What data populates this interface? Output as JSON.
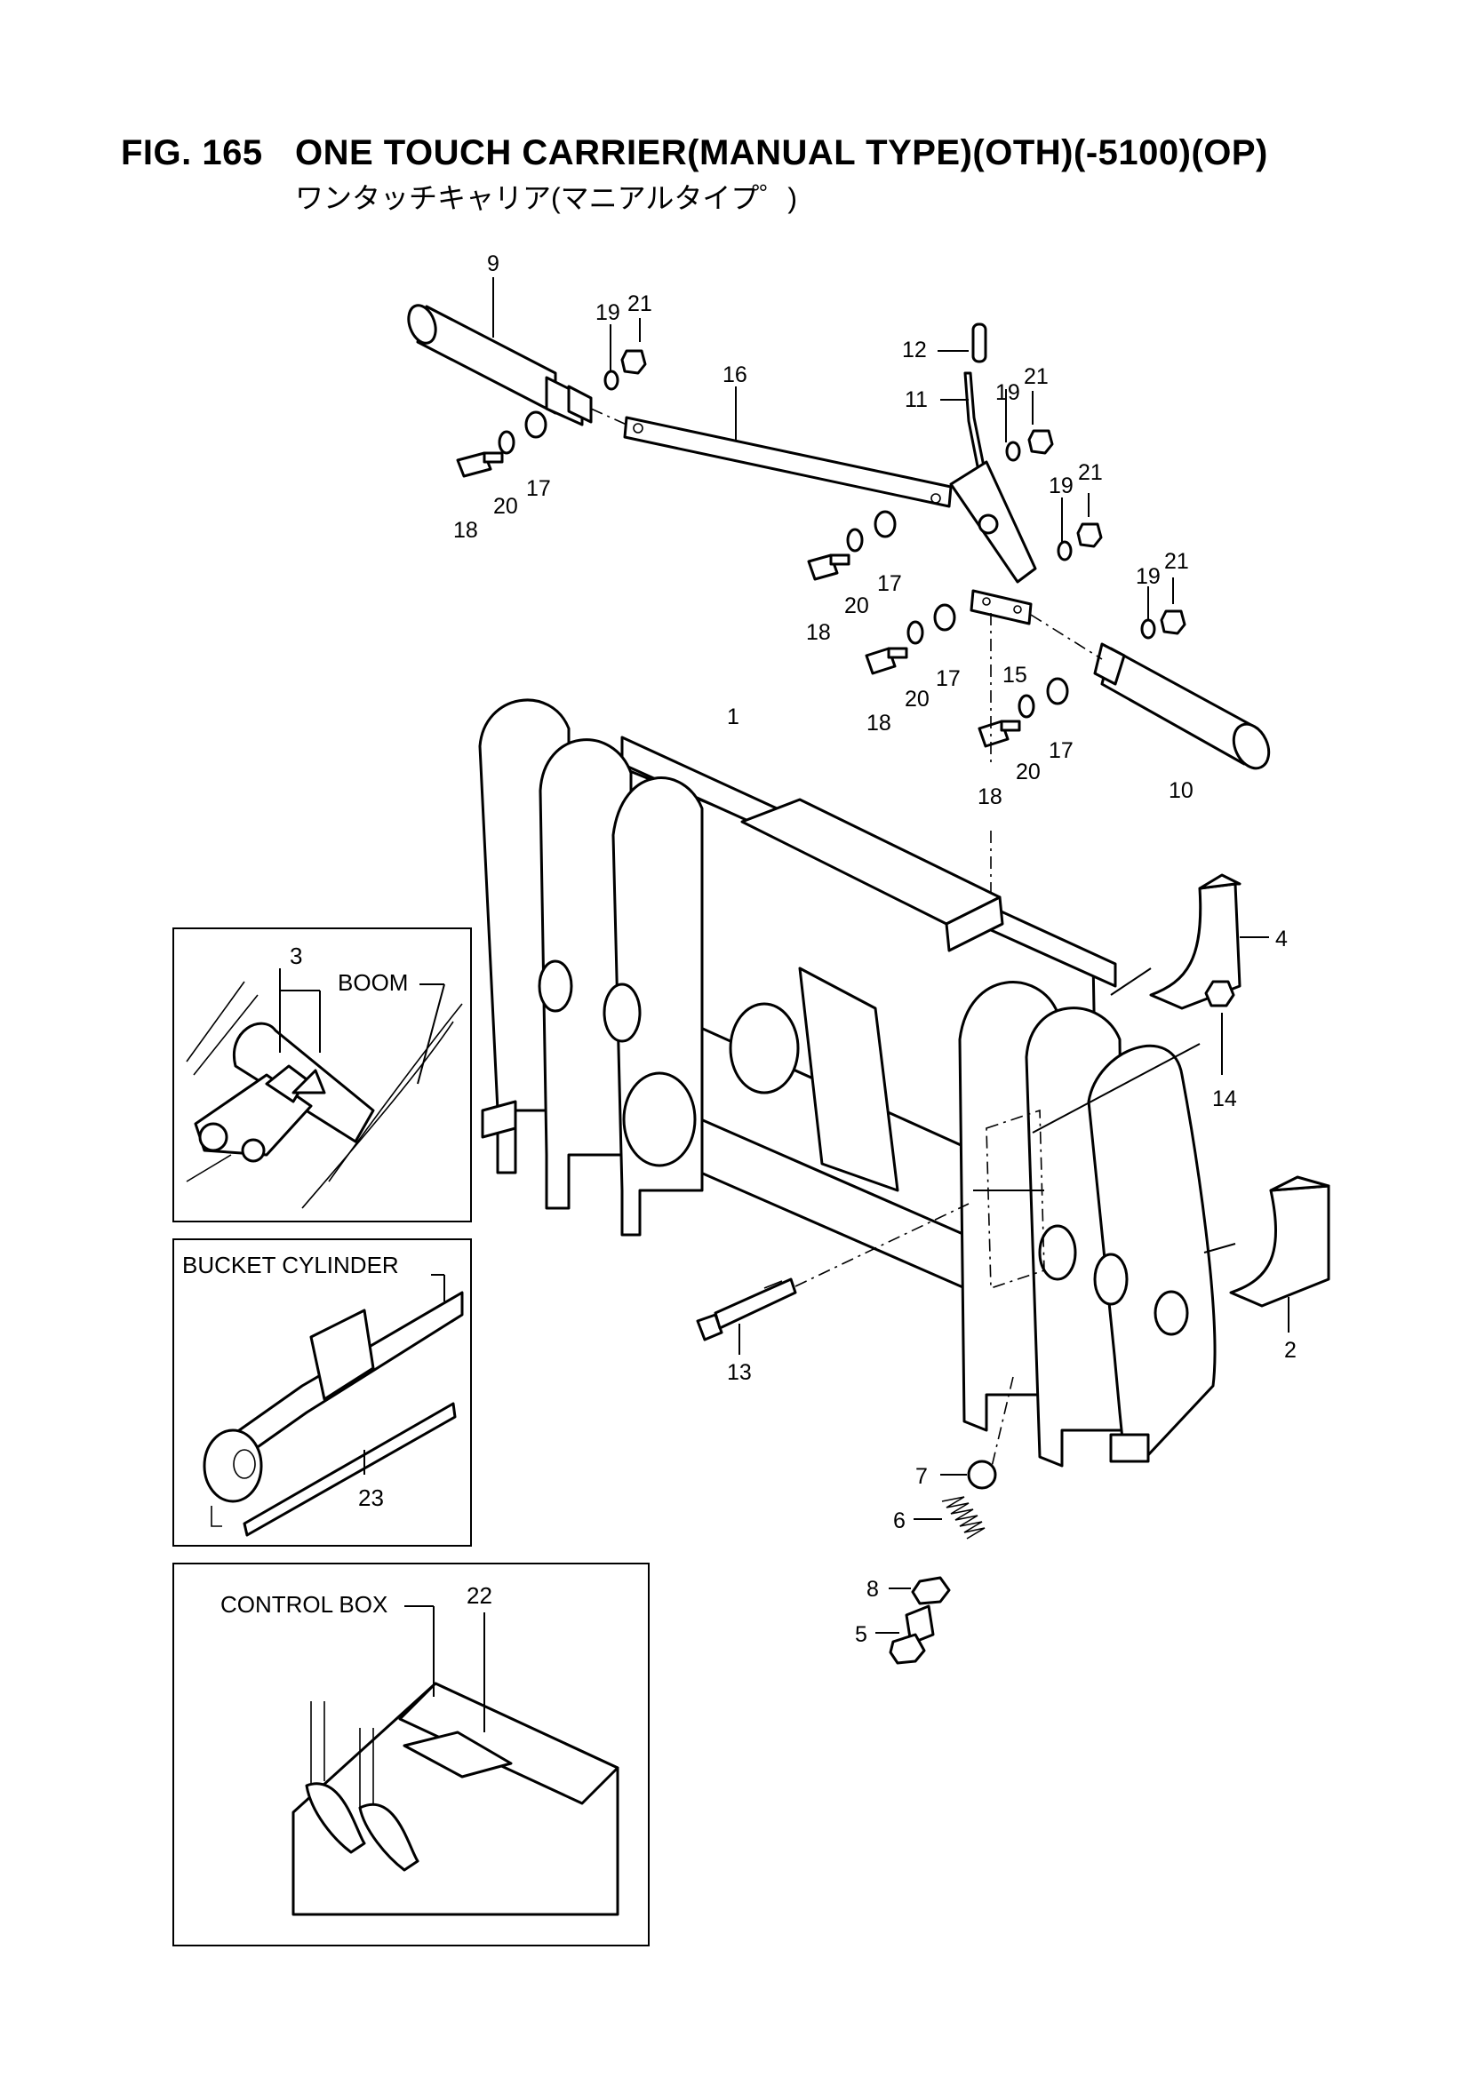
{
  "figure": {
    "number": "FIG. 165",
    "title": "ONE TOUCH CARRIER(MANUAL TYPE)(OTH)(-5100)(OP)",
    "subtitle": "ワンタッチキャリア(マニアルタイプ゜)"
  },
  "insets": {
    "boom": {
      "label": "BOOM",
      "callouts": [
        "3"
      ]
    },
    "bucket_cylinder": {
      "label": "BUCKET CYLINDER",
      "callouts": [
        "23"
      ]
    },
    "control_box": {
      "label": "CONTROL BOX",
      "callouts": [
        "22"
      ]
    }
  },
  "callouts": {
    "c1": "1",
    "c2": "2",
    "c4": "4",
    "c5": "5",
    "c6": "6",
    "c7": "7",
    "c8": "8",
    "c9": "9",
    "c10": "10",
    "c11": "11",
    "c12": "12",
    "c13": "13",
    "c14": "14",
    "c15": "15",
    "c16": "16",
    "c17a": "17",
    "c17b": "17",
    "c17c": "17",
    "c17d": "17",
    "c18a": "18",
    "c18b": "18",
    "c18c": "18",
    "c18d": "18",
    "c19a": "19",
    "c19b": "19",
    "c19c": "19",
    "c19d": "19",
    "c20a": "20",
    "c20b": "20",
    "c20c": "20",
    "c20d": "20",
    "c21a": "21",
    "c21b": "21",
    "c21c": "21",
    "c21d": "21"
  }
}
